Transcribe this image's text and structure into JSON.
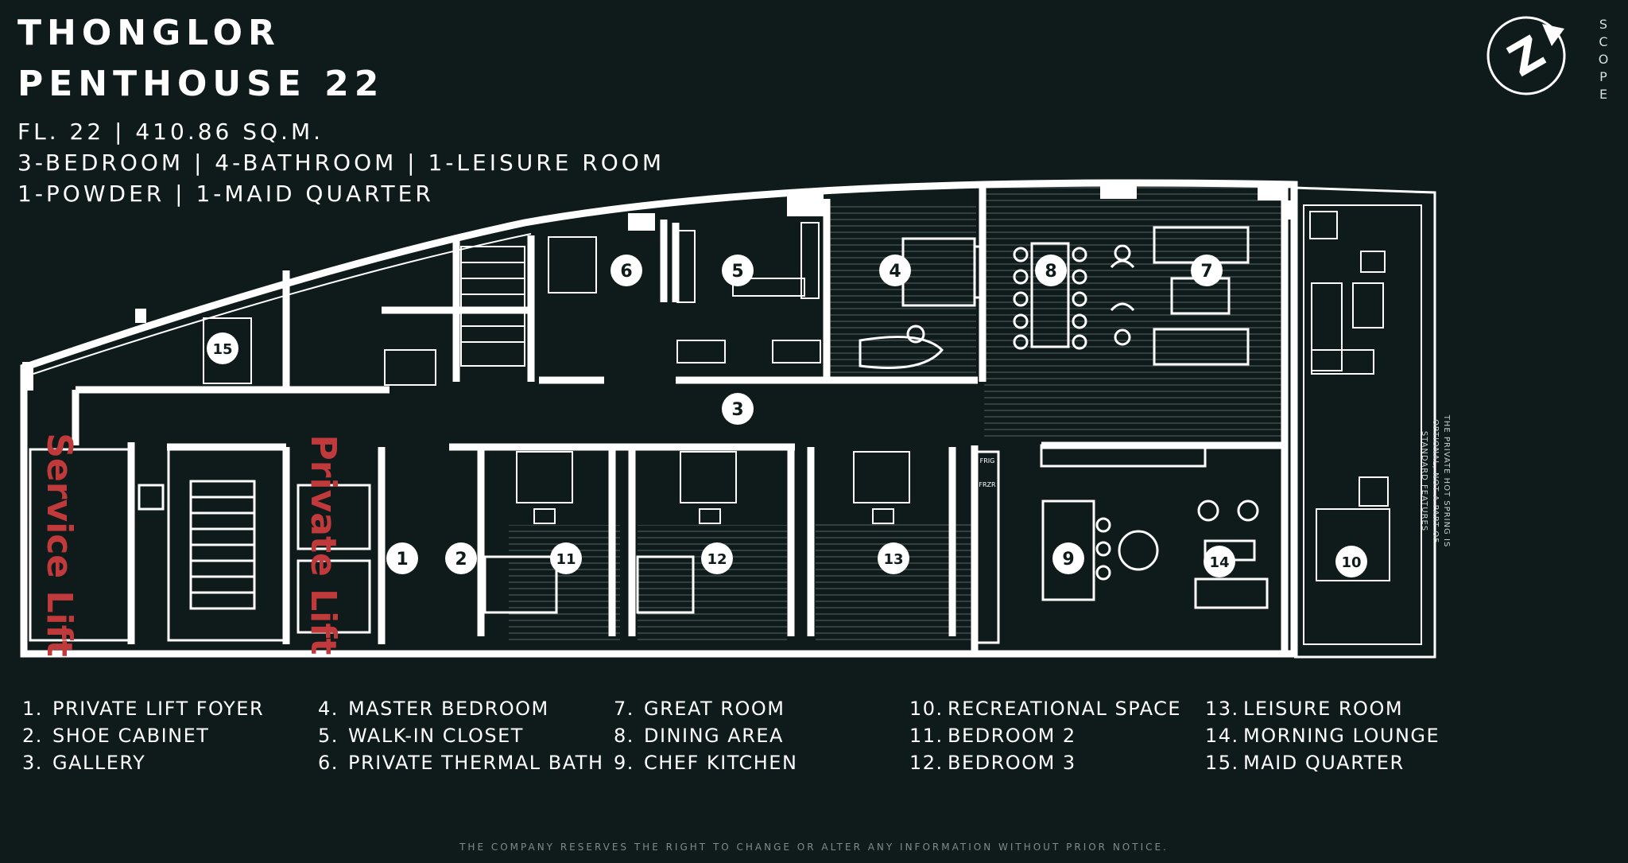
{
  "header": {
    "title_line1": "THONGLOR",
    "title_line2": "PENTHOUSE 22",
    "spec_line1": "FL. 22 | 410.86 SQ.M.",
    "spec_line2": "3-BEDROOM | 4-BATHROOM | 1-LEISURE ROOM",
    "spec_line3": "1-POWDER | 1-MAID QUARTER"
  },
  "brand": {
    "letters": [
      "S",
      "C",
      "O",
      "P",
      "E"
    ],
    "logo_letter": "Z"
  },
  "plan": {
    "lift_labels": {
      "service": "Service Lift",
      "private": "Private Lift"
    },
    "appliance_labels": {
      "frig": "FRIG",
      "frzr": "FRZR"
    },
    "markers": [
      "1",
      "2",
      "3",
      "4",
      "5",
      "6",
      "7",
      "8",
      "9",
      "10",
      "11",
      "12",
      "13",
      "14",
      "15"
    ],
    "side_note": "THE PRIVATE HOT SPRING IS OPTIONAL, NOT A PART OF STANDARD FEATURES"
  },
  "legend": [
    [
      {
        "num": "1.",
        "label": "PRIVATE LIFT FOYER"
      },
      {
        "num": "2.",
        "label": "SHOE CABINET"
      },
      {
        "num": "3.",
        "label": "GALLERY"
      }
    ],
    [
      {
        "num": "4.",
        "label": "MASTER BEDROOM"
      },
      {
        "num": "5.",
        "label": "WALK-IN CLOSET"
      },
      {
        "num": "6.",
        "label": "PRIVATE THERMAL BATH"
      }
    ],
    [
      {
        "num": "7.",
        "label": "GREAT ROOM"
      },
      {
        "num": "8.",
        "label": "DINING AREA"
      },
      {
        "num": "9.",
        "label": "CHEF KITCHEN"
      }
    ],
    [
      {
        "num": "10.",
        "label": "RECREATIONAL SPACE"
      },
      {
        "num": "11.",
        "label": "BEDROOM 2"
      },
      {
        "num": "12.",
        "label": "BEDROOM 3"
      }
    ],
    [
      {
        "num": "13.",
        "label": "LEISURE ROOM"
      },
      {
        "num": "14.",
        "label": "MORNING LOUNGE"
      },
      {
        "num": "15.",
        "label": "MAID QUARTER"
      }
    ]
  ],
  "footer": {
    "disclaimer": "THE COMPANY RESERVES THE RIGHT TO CHANGE OR ALTER ANY INFORMATION WITHOUT PRIOR NOTICE."
  },
  "colors": {
    "background": "#0f1b1b",
    "walls": "#ffffff",
    "lift_label": "#c0393b",
    "marker_fill": "#ffffff",
    "marker_text": "#0f1b1b"
  }
}
